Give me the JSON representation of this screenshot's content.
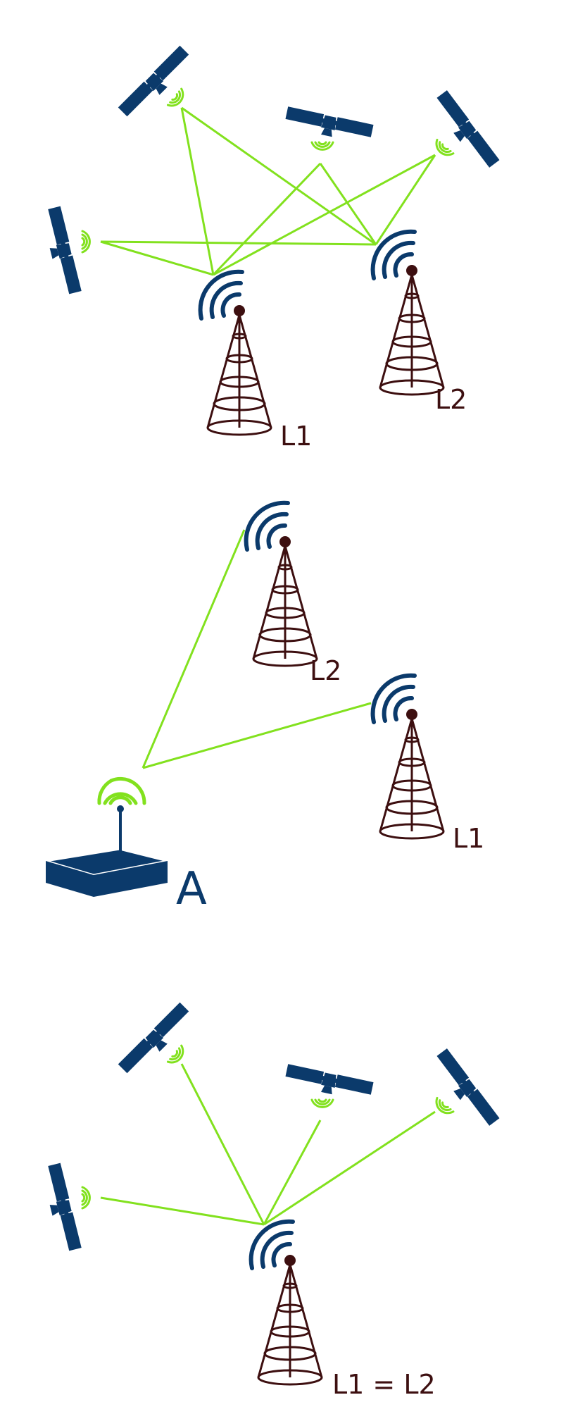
{
  "labels": {
    "top_tower_1": "L1",
    "top_tower_2": "L2",
    "mid_tower_2": "L2",
    "mid_tower_1": "L1",
    "device": "A",
    "bottom_tower": "L1 = L2"
  },
  "colors": {
    "satellite": "#0b3a6b",
    "signal": "#82e11e",
    "tower": "#3d0f10",
    "tower_waves": "#0b3a6b",
    "device": "#0b3a6b"
  },
  "icons": [
    "satellite-icon",
    "radio-tower-icon",
    "router-icon",
    "signal-waves-icon"
  ]
}
